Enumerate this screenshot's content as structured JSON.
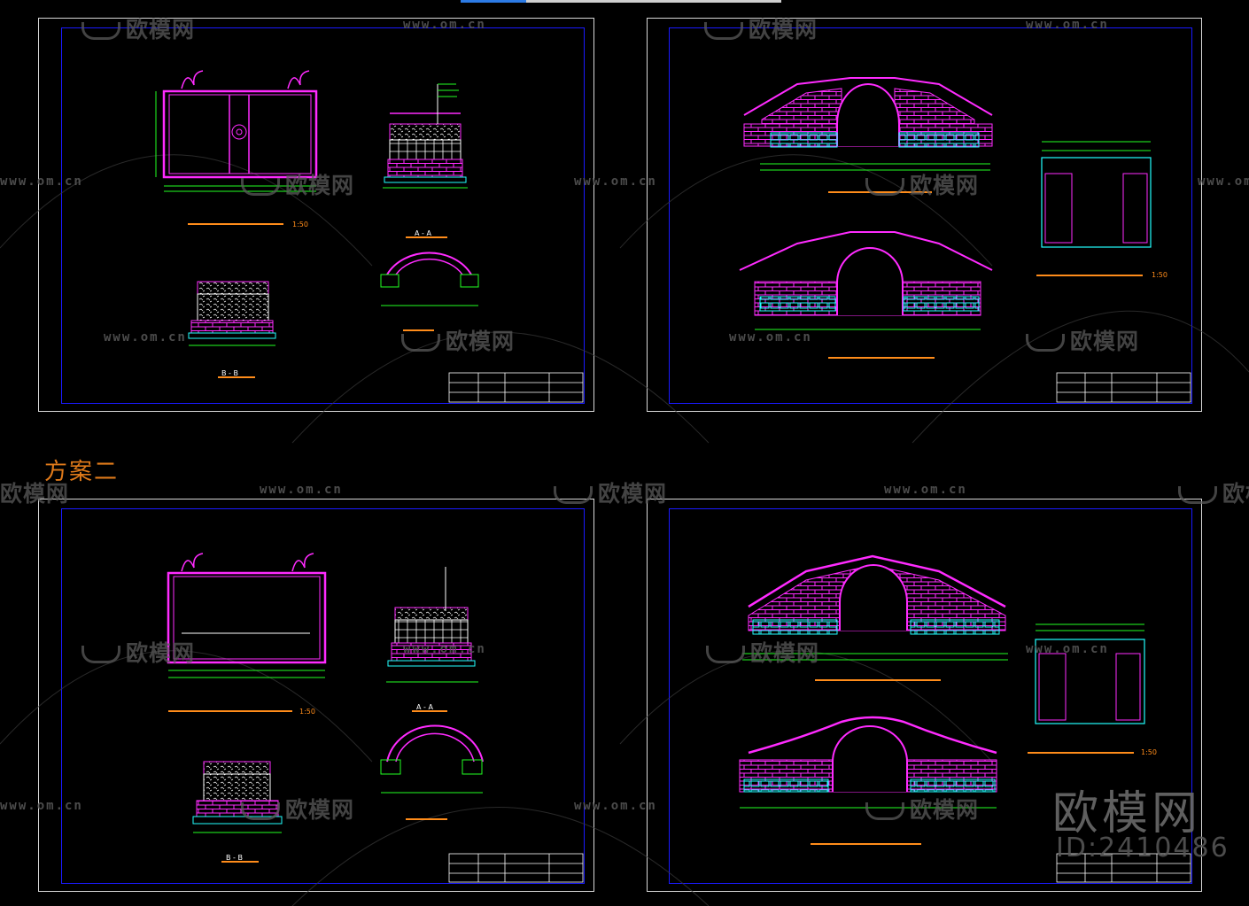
{
  "plan_label": "方案二",
  "watermark": {
    "brand": "欧模网",
    "url": "www.om.cn"
  },
  "corner_logo": {
    "brand": "欧模网",
    "id": "ID:2410486"
  },
  "colors": {
    "background": "#000000",
    "sheet_border": "#d8d8d8",
    "inner_frame": "#1a1aff",
    "structure": "#ff2bff",
    "dimension": "#22ff22",
    "foundation": "#22ffff",
    "title_line": "#ff8c1a",
    "annotation": "#ffffff",
    "watermark": "#5a5a5a",
    "plan_label": "#e07a1a"
  },
  "drawings": {
    "sheet_1": {
      "scale_text": "1:50",
      "section_a": "A - A",
      "section_b": "B - B"
    },
    "sheet_2": {
      "scale_text": "1:50"
    },
    "sheet_3": {
      "scale_text": "1:50",
      "section_a": "A - A",
      "section_b": "B - B"
    },
    "sheet_4": {
      "scale_text": "1:50"
    }
  }
}
